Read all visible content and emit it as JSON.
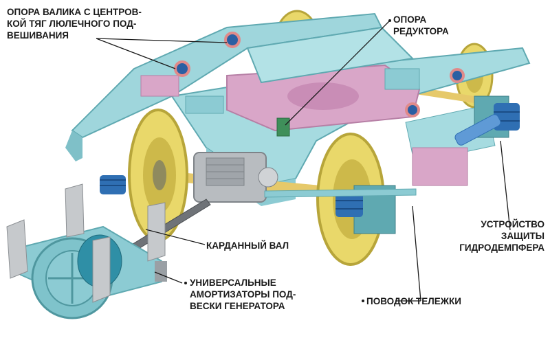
{
  "labels": {
    "roller_support": [
      "ОПОРА ВАЛИКА С ЦЕНТРОВ-",
      "КОЙ ТЯГ ЛЮЛЕЧНОГО ПОД-",
      "ВЕШИВАНИЯ"
    ],
    "reducer_support": [
      "ОПОРА",
      "РЕДУКТОРА"
    ],
    "cardan_shaft": "КАРДАННЫЙ ВАЛ",
    "universal_dampers": [
      "УНИВЕРСАЛЬНЫЕ",
      "АМОРТИЗАТОРЫ ПОД-",
      "ВЕСКИ ГЕНЕРАТОРА"
    ],
    "bogie_leash": "ПОВОДОК ТЕЛЕЖКИ",
    "damper_protection": [
      "УСТРОЙСТВО",
      "ЗАЩИТЫ",
      "ГИДРОДЕМПФЕРА"
    ]
  },
  "colors": {
    "frame": "#9fd6dc",
    "frame_dark": "#5fa9b1",
    "wheel": "#e9d86a",
    "wheel_dark": "#b7a53a",
    "axle": "#e6c96a",
    "pink_box": "#d9a6c8",
    "spring": "#2f6fb3",
    "gear_housing": "#b8bcc0",
    "leader_line": "#1a1a1a",
    "marker_fill": "#2b5fa3",
    "marker_ring": "#e08a8a"
  }
}
